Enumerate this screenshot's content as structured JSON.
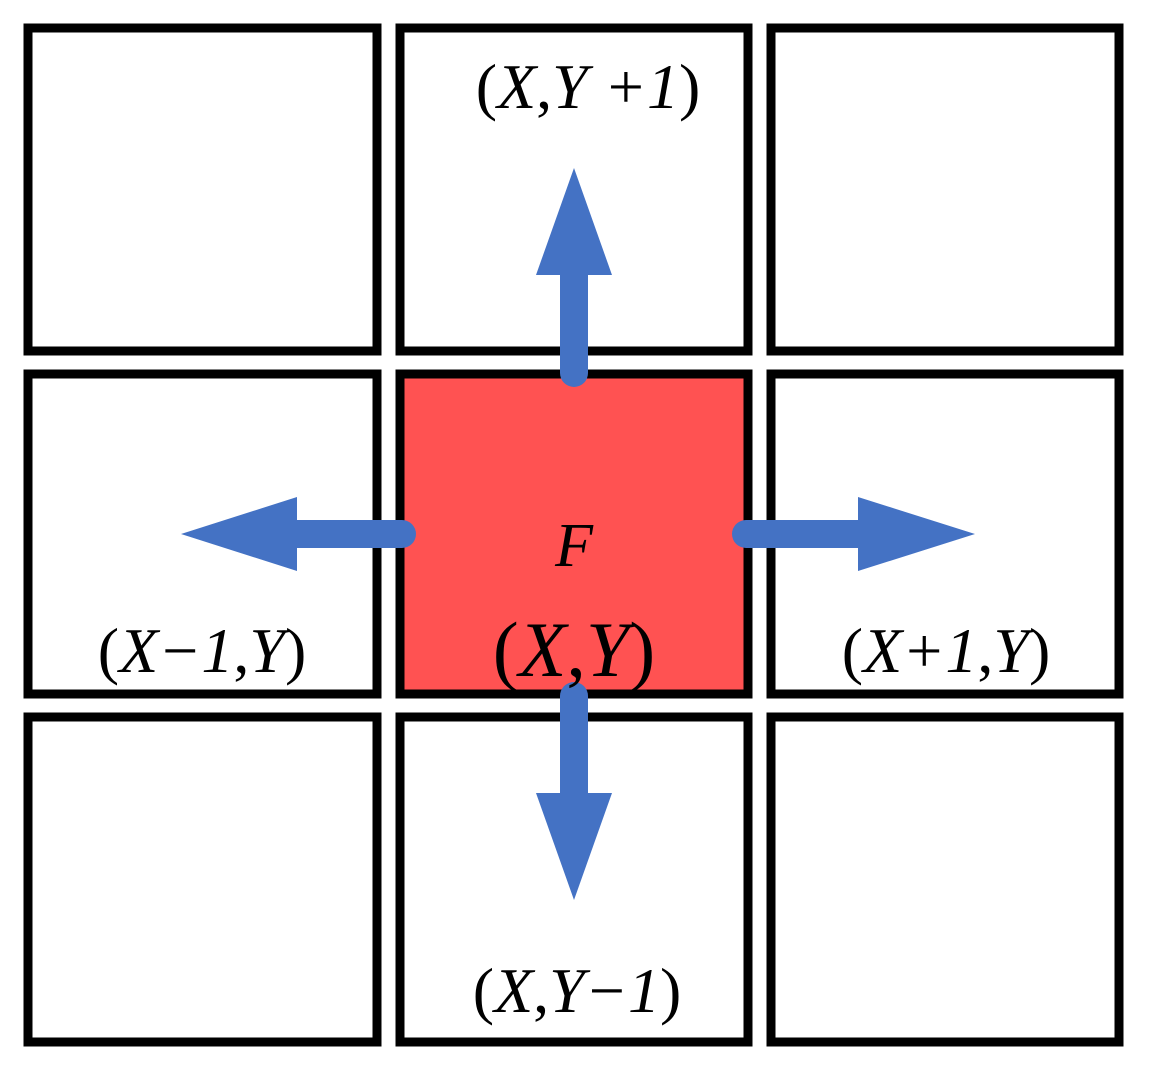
{
  "colors": {
    "center_fill": "#ff5252",
    "cell_fill": "#ffffff",
    "arrow": "#4472c4",
    "border": "#000000"
  },
  "center": {
    "name": "F",
    "coords": {
      "x": "X",
      "sep": ",",
      "y": "Y"
    }
  },
  "neighbors": {
    "up": {
      "x": "X",
      "sep": ",",
      "y": "Y +1"
    },
    "left": {
      "x": "X−1",
      "sep": ",",
      "y": "Y"
    },
    "right": {
      "x": "X+1",
      "sep": ",",
      "y": "Y"
    },
    "down": {
      "x": "X",
      "sep": ",",
      "y": "Y−1"
    }
  },
  "punct": {
    "open": "(",
    "close": ")"
  }
}
